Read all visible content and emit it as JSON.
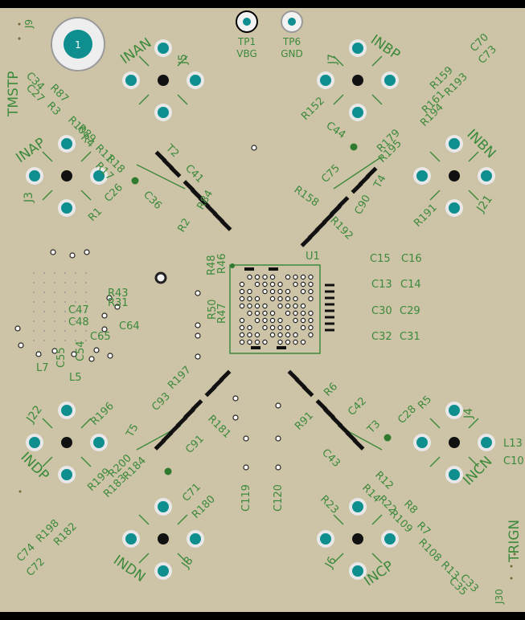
{
  "colors": {
    "board": "#cdc3a6",
    "silk": "#3c8a3c",
    "pad": "#0e8e8e",
    "copper": "#111111",
    "via": "#ffffff"
  },
  "mounting_hole": {
    "label": "1"
  },
  "testpoints": [
    {
      "ref": "TP1",
      "net": "VBG"
    },
    {
      "ref": "TP6",
      "net": "GND"
    }
  ],
  "connectors": [
    {
      "ref": "J5",
      "net": "INAN"
    },
    {
      "ref": "J7",
      "net": "INBP"
    },
    {
      "ref": "J3",
      "net": "INAP"
    },
    {
      "ref": "J21",
      "net": "INBN"
    },
    {
      "ref": "J22",
      "net": "INDP"
    },
    {
      "ref": "J4",
      "net": "INCN"
    },
    {
      "ref": "J8",
      "net": "INDN"
    },
    {
      "ref": "J6",
      "net": "INCP"
    }
  ],
  "side_labels": {
    "left_top": "TMSTP",
    "right_bottom": "TRIGN",
    "j9": "J9",
    "j30": "J30"
  },
  "ic": {
    "ref": "U1"
  },
  "designators": {
    "nw_cluster": [
      "C34",
      "R87",
      "C27",
      "R3",
      "R10",
      "R89",
      "R4",
      "R11",
      "R18",
      "R17",
      "C26",
      "R1"
    ],
    "nw_diag": [
      "T2",
      "C41",
      "C36",
      "R2",
      "R84"
    ],
    "ne_cluster": [
      "R159",
      "C70",
      "R161",
      "R193",
      "C73",
      "R194",
      "R179",
      "R195",
      "R152",
      "C44"
    ],
    "ne_diag": [
      "C75",
      "T4",
      "C90",
      "R158",
      "R192",
      "R191"
    ],
    "center_left": [
      "R48",
      "R46",
      "R50",
      "R47"
    ],
    "caps_right": [
      "C15",
      "C16",
      "C13",
      "C14",
      "C30",
      "C29",
      "C32",
      "C31"
    ],
    "left_misc": [
      "R43",
      "R31",
      "C47",
      "C48",
      "C64",
      "C65",
      "C54",
      "C55",
      "L7",
      "L5"
    ],
    "sw_diag": [
      "R197",
      "C93",
      "T5",
      "R181",
      "C91",
      "R196"
    ],
    "sw_cluster": [
      "R200",
      "R199",
      "R184",
      "R183",
      "R198",
      "C74",
      "R182",
      "C72",
      "C71",
      "R180"
    ],
    "se_diag": [
      "R6",
      "R91",
      "C42",
      "T3",
      "C43",
      "C28",
      "R5"
    ],
    "se_cluster": [
      "R12",
      "R14",
      "R22",
      "R8",
      "R109",
      "R7",
      "R108",
      "R13",
      "C33",
      "C35",
      "R23",
      "L13",
      "C10"
    ],
    "bottom_center": [
      "C119",
      "C120"
    ]
  }
}
